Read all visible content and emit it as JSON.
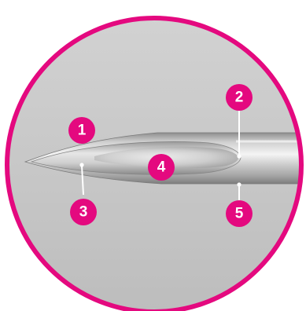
{
  "colors": {
    "accent": "#e4097f",
    "background": "#c9c9c9",
    "needle_steel": "#b8b8b8",
    "leader_line": "#ffffff"
  },
  "callouts": [
    {
      "number": "1"
    },
    {
      "number": "2"
    },
    {
      "number": "3"
    },
    {
      "number": "4"
    },
    {
      "number": "5"
    }
  ]
}
